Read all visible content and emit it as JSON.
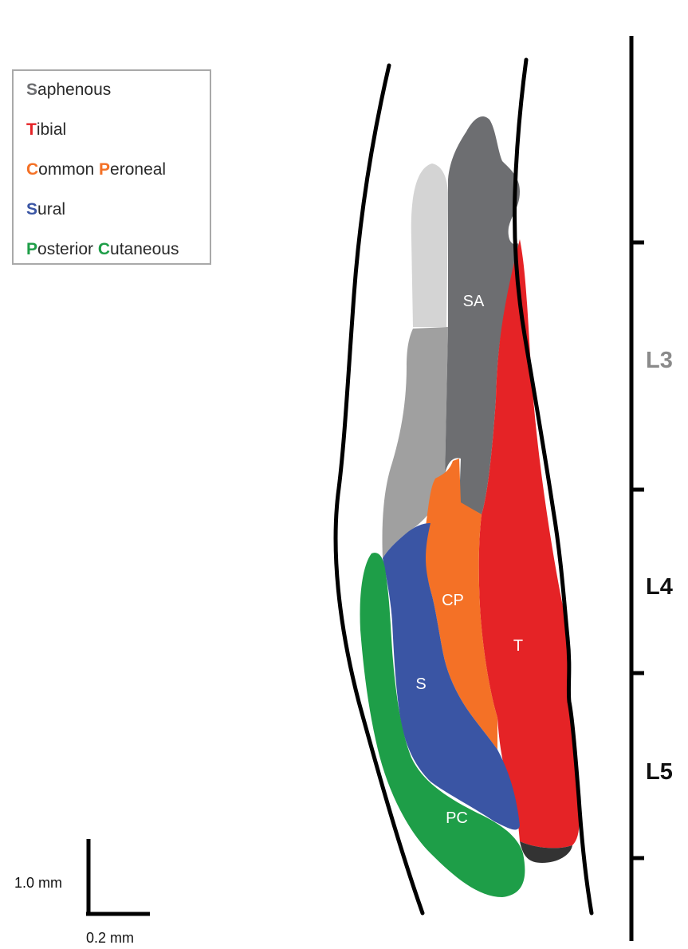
{
  "legend": {
    "items": [
      {
        "initials": [
          {
            "letter": "S",
            "rest": "aphenous"
          }
        ],
        "color": "#6d6e71",
        "name": "Saphenous"
      },
      {
        "initials": [
          {
            "letter": "T",
            "rest": "ibial"
          }
        ],
        "color": "#e52326",
        "name": "Tibial"
      },
      {
        "initials": [
          {
            "letter": "C",
            "rest": "ommon "
          },
          {
            "letter": "P",
            "rest": "eroneal"
          }
        ],
        "color": "#f47126",
        "name": "Common Peroneal"
      },
      {
        "initials": [
          {
            "letter": "S",
            "rest": "ural"
          }
        ],
        "color": "#3a55a4",
        "name": "Sural"
      },
      {
        "initials": [
          {
            "letter": "P",
            "rest": "osterior "
          },
          {
            "letter": "C",
            "rest": "utaneous"
          }
        ],
        "color": "#1e9e48",
        "name": "Posterior Cutaneous"
      }
    ]
  },
  "regions": {
    "sa": "SA",
    "t": "T",
    "cp": "CP",
    "s": "S",
    "pc": "PC"
  },
  "levels": {
    "l3": "L3",
    "l4": "L4",
    "l5": "L5",
    "l3_color": "#8a8a8a",
    "l4_color": "#111111",
    "l5_color": "#111111"
  },
  "scale": {
    "vertical": "1.0 mm",
    "horizontal": "0.2 mm"
  },
  "colors": {
    "saphenous_dark": "#6d6e71",
    "saphenous_mid": "#a0a0a0",
    "saphenous_light": "#d4d4d4",
    "tibial": "#e52326",
    "common_peroneal": "#f47126",
    "sural": "#3a55a4",
    "posterior_cutaneous": "#1e9e48"
  }
}
